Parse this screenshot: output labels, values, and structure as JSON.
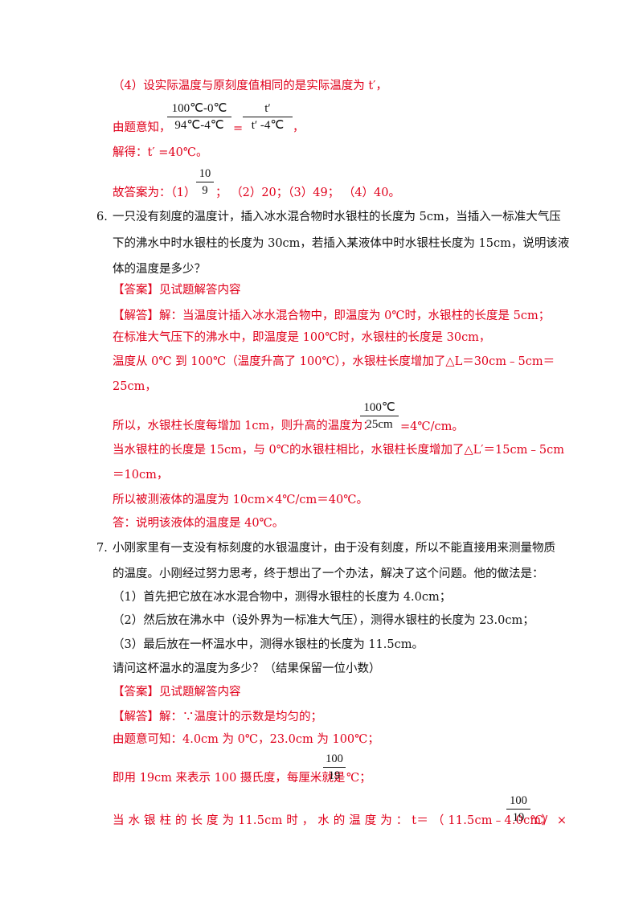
{
  "part4": {
    "line1": "（4）设实际温度与原刻度值相同的是实际温度为 t′，",
    "frac1_top": "100℃-0℃",
    "frac1_bot": "94℃-4℃",
    "eq": "=",
    "frac2_top": "t′",
    "frac2_bot": "t′ -4℃",
    "lead": "由题意知，",
    "tail": "，",
    "solve": "解得：t′ =40℃。",
    "answer_lead": "故答案为：（1）",
    "ans_frac_top": "10",
    "ans_frac_bot": "9",
    "answer_tail": "；  （2）20；（3）49；  （4）40。"
  },
  "q6": {
    "number": "6.",
    "text1": "一只没有刻度的温度计，插入冰水混合物时水银柱的长度为 5cm，当插入一标准大气压",
    "text2": "下的沸水中时水银柱的长度为 30cm，若插入某液体中时水银柱长度为 15cm，说明该液",
    "text3": "体的温度是多少？",
    "answer": "【答案】见试题解答内容",
    "sol1": "【解答】解：当温度计插入冰水混合物中，即温度为 0℃时，水银柱的长度是 5cm；",
    "sol2": "在标准大气压下的沸水中，即温度是 100℃时，水银柱的长度是 30cm，",
    "sol3": "温度从 0℃ 到 100℃（温度升高了 100℃），水银柱长度增加了△L＝30cm﹣5cm＝",
    "sol4": "25cm，",
    "sol5_lead": "所以，水银柱长度每增加 1cm，则升高的温度为：",
    "sol5_frac_top": "100℃",
    "sol5_frac_bot": "25cm",
    "sol5_tail": "=4℃/cm。",
    "sol6": "当水银柱的长度是 15cm，与 0℃的水银柱相比，水银柱长度增加了△L′＝15cm﹣5cm",
    "sol7": "＝10cm，",
    "sol8": "所以被测液体的温度为 10cm×4℃/cm＝40℃。",
    "sol9": "答：说明该液体的温度是 40℃。"
  },
  "q7": {
    "number": "7.",
    "text1": "小刚家里有一支没有标刻度的水银温度计，由于没有刻度，所以不能直接用来测量物质",
    "text2": "的温度。小刚经过努力思考，终于想出了一个办法，解决了这个问题。他的做法是：",
    "step1": "（1）首先把它放在冰水混合物中，测得水银柱的长度为 4.0cm；",
    "step2": "（2）然后放在沸水中（设外界为一标准大气压），测得水银柱的长度为 23.0cm；",
    "step3": "（3）最后放在一杯温水中，测得水银柱的长度为 11.5cm。",
    "ask": "请问这杯温水的温度为多少？（结果保留一位小数）",
    "answer": "【答案】见试题解答内容",
    "sol1": "【解答】解：∵温度计的示数是均匀的；",
    "sol2": "由题意可知：4.0cm 为 0℃，23.0cm 为 100℃；",
    "sol3_lead": "即用 19cm 来表示 100 摄氏度，每厘米就是",
    "sol3_frac_top": "100",
    "sol3_frac_bot": "19",
    "sol3_tail": "℃；",
    "sol4_lead": "当 水 银 柱 的 长 度 为 11.5cm 时 ， 水 的 温 度 为 ： t＝ （ 11.5cm﹣4.0cm） ×",
    "sol4_frac_top": "100",
    "sol4_frac_bot": "19",
    "sol4_tail": "℃/"
  }
}
